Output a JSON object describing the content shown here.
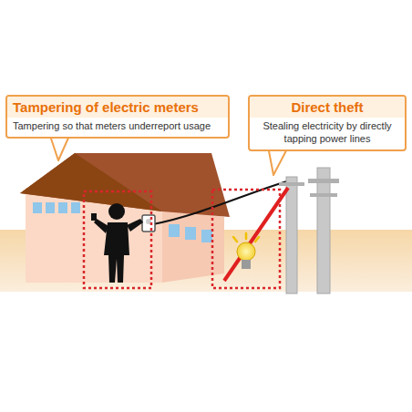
{
  "diagram": {
    "nodes": [
      {
        "text": [
          "Tampering of electric meters",
          "Tampering so that meters underreport usage"
        ]
      },
      {
        "text": [
          "Direct theft",
          "Stealing electricity by directly tapping power lines"
        ]
      }
    ]
  }
}
